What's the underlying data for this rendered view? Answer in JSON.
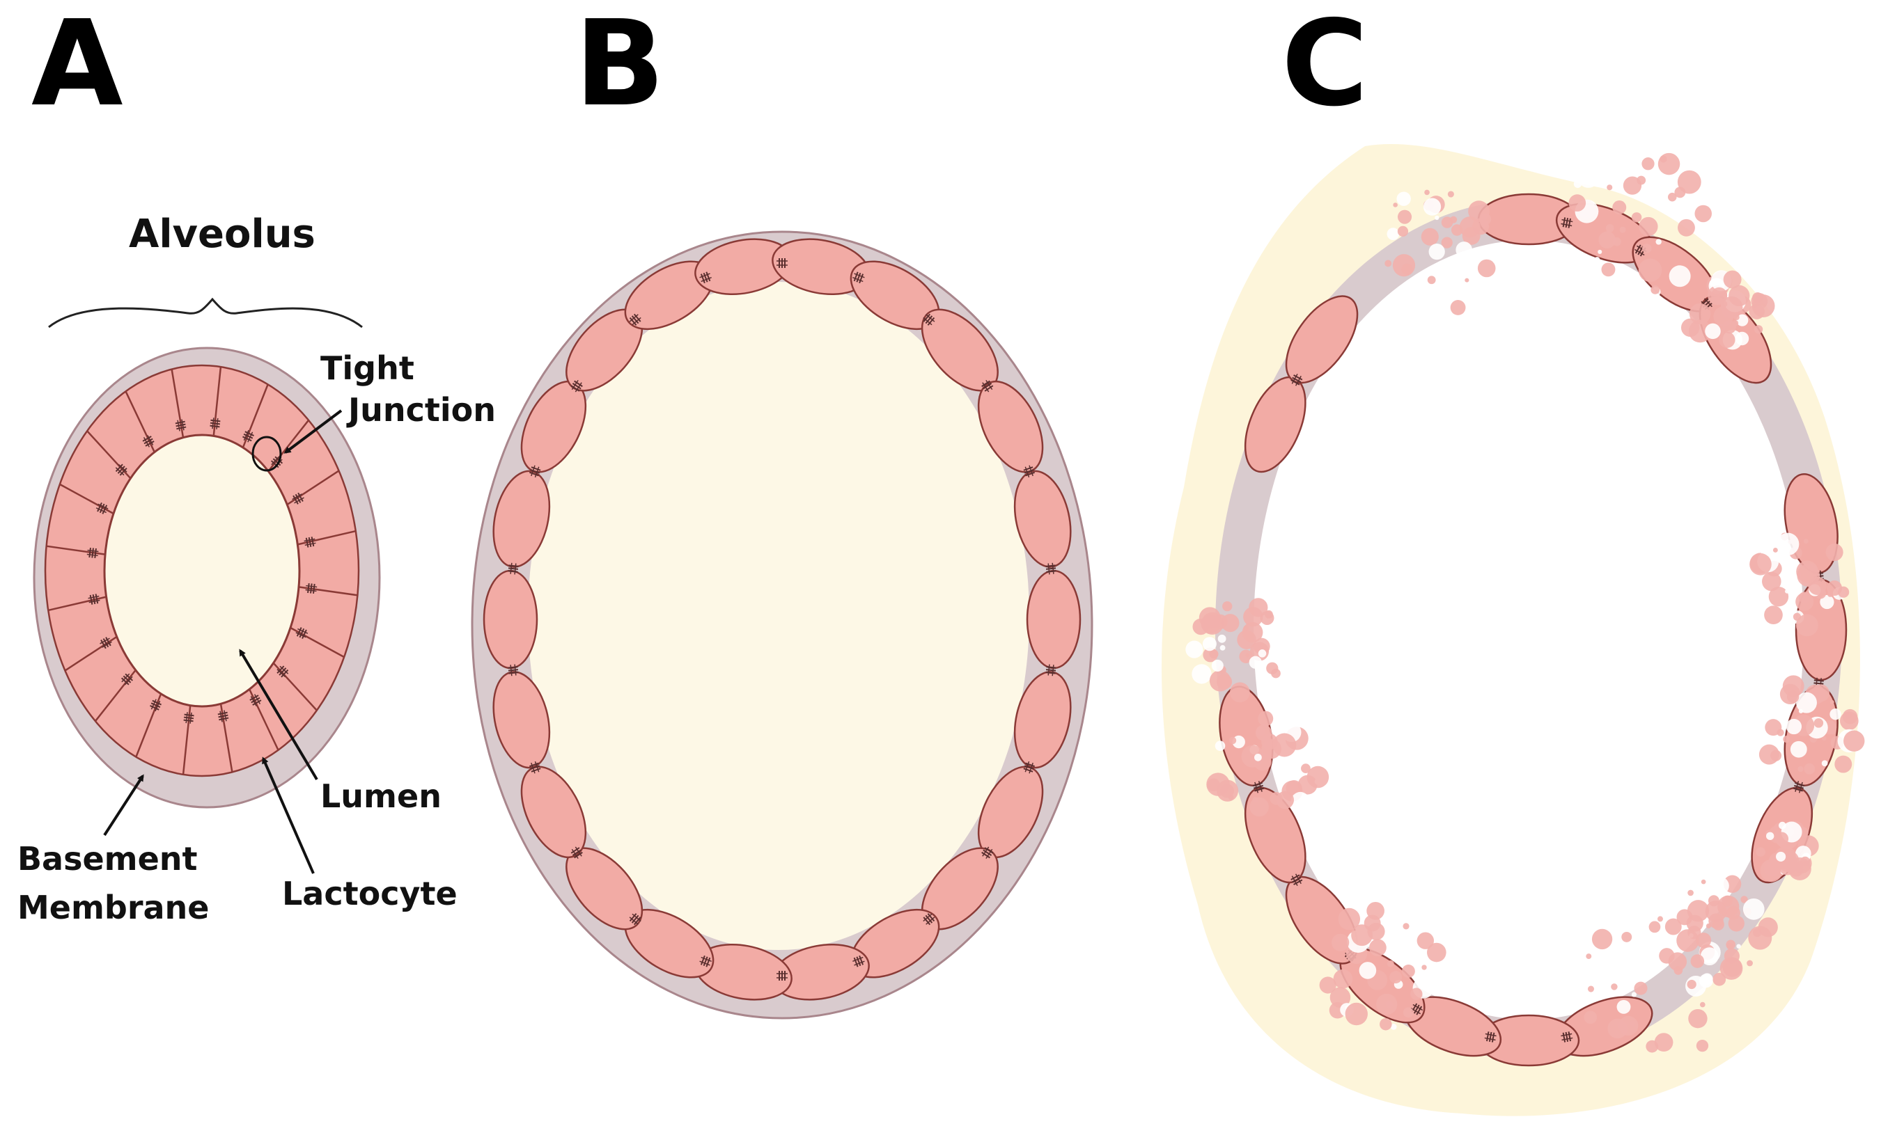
{
  "panels": [
    {
      "letter": "A"
    },
    {
      "letter": "B"
    },
    {
      "letter": "C"
    }
  ],
  "panel_a": {
    "title": "Alveolus",
    "labels": {
      "tight_junction_1": "Tight",
      "tight_junction_2": "Junction",
      "lumen": "Lumen",
      "basement_1": "Basement",
      "basement_2": "Membrane",
      "lactocyte": "Lactocyte"
    }
  },
  "colors": {
    "basement_membrane": "#d9cbce",
    "basement_membrane_stroke": "#a9868c",
    "lactocyte": "#f2aba5",
    "lactocyte_stroke": "#8a3a36",
    "lumen": "#fdf8e6",
    "leak_halo": "#fdf3d3",
    "junction": "#5a2f2f"
  }
}
